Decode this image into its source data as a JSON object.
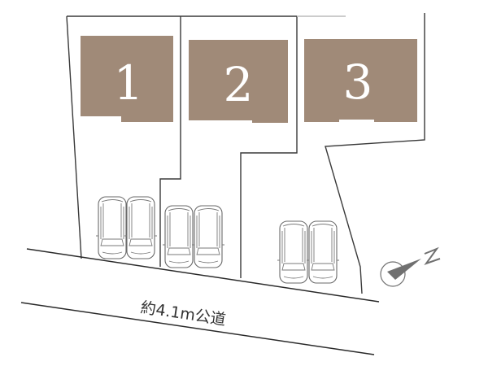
{
  "site_plan": {
    "lots": [
      {
        "number": "1",
        "label": "1"
      },
      {
        "number": "2",
        "label": "2"
      },
      {
        "number": "3",
        "label": "3"
      }
    ],
    "road": {
      "label": "約4.1m公道"
    },
    "compass": {
      "direction_label": "N"
    },
    "parking": {
      "cars_per_lot": 2
    },
    "colors": {
      "house_fill": "#a08a78",
      "line": "#3a3a3a",
      "background": "#ffffff"
    }
  }
}
